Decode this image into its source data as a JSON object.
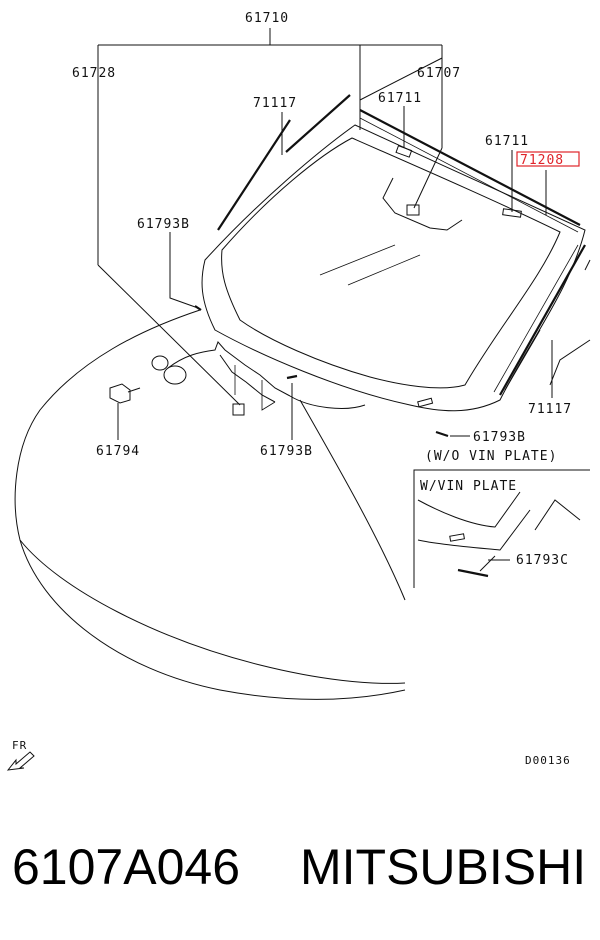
{
  "diagram": {
    "callouts": {
      "c61710": "61710",
      "c61728": "61728",
      "c61707": "61707",
      "c71117_top": "71117",
      "c61711_left": "61711",
      "c61711_right": "61711",
      "c71208": "71208",
      "c61793b_left": "61793B",
      "c61794": "61794",
      "c61793b_bottom": "61793B",
      "c71117_right": "71117",
      "c61793b_right": "61793B",
      "wo_vin_plate": "(W/O VIN PLATE)",
      "w_vin_plate": "W/VIN PLATE",
      "c61793c": "61793C"
    },
    "highlight_color": "#e0242a",
    "fr_label": "FR",
    "drawing_code": "D00136"
  },
  "footer": {
    "part_number": "6107A046",
    "brand": "MITSUBISHI"
  }
}
